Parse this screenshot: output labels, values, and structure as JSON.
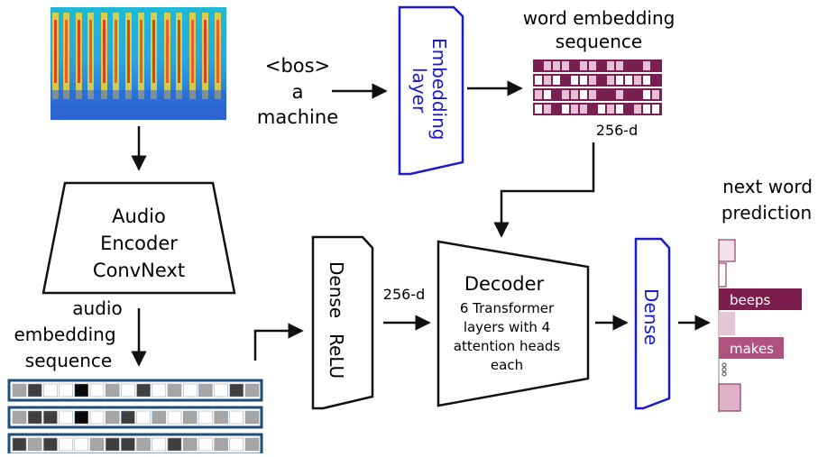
{
  "input_tokens": [
    "<bos>",
    "a",
    "machine"
  ],
  "embedding_layer_label": [
    "Embedding",
    "layer"
  ],
  "word_embedding_label": [
    "word embedding",
    "sequence"
  ],
  "dim_label_top": "256-d",
  "dim_label_mid": "256-d",
  "audio_encoder_label": [
    "Audio",
    "Encoder",
    "ConvNext"
  ],
  "audio_embedding_label": [
    "audio",
    "embedding",
    "sequence"
  ],
  "dense_relu_label": [
    "Dense",
    "ReLU"
  ],
  "decoder_title": "Decoder",
  "decoder_desc": [
    "6 Transformer",
    "layers with 4",
    "attention heads",
    "each"
  ],
  "dense_label": "Dense",
  "next_word_label": [
    "next word",
    "prediction"
  ],
  "predictions": [
    "beeps",
    "makes"
  ],
  "colors": {
    "blue_box": "#1a1acc",
    "word_embed_dark": "#7a1f52",
    "word_embed_light": "#e8bfd6",
    "audio_border": "#1f4e79",
    "prediction_dark": "#7d1d4e",
    "prediction_mid": "#b0527f",
    "prediction_light": "#e5c6d6"
  }
}
